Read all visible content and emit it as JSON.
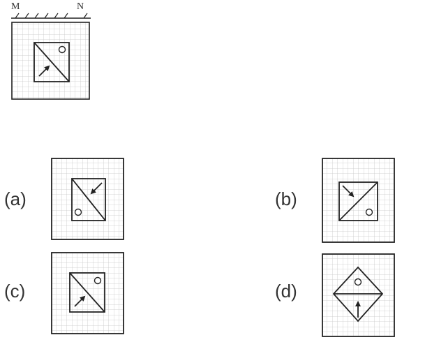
{
  "question": {
    "mirror_left_label": "M",
    "mirror_right_label": "N"
  },
  "options": [
    {
      "label": "(a)"
    },
    {
      "label": "(b)"
    },
    {
      "label": "(c)"
    },
    {
      "label": "(d)"
    }
  ],
  "colors": {
    "line": "#222222",
    "grid": "#c8c8c8",
    "text": "#333333"
  }
}
